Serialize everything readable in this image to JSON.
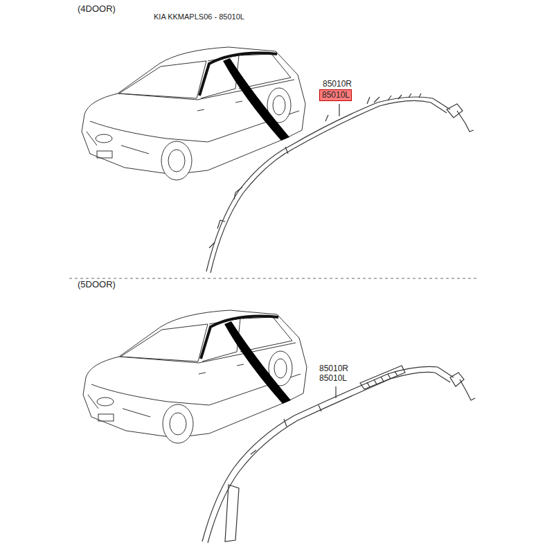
{
  "diagram": {
    "nodes": [
      {
        "text": [
          "85010L"
        ]
      }
    ],
    "labels": [
      "(4DOOR)",
      "KIA KKMAPLS06 - 85010L",
      "85010R",
      "(5DOOR)",
      "85010R",
      "85010L"
    ]
  }
}
